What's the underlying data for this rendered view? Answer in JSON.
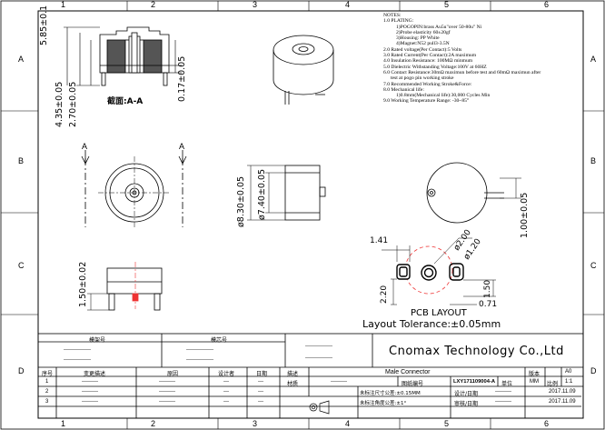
{
  "zones": {
    "columns": [
      "1",
      "2",
      "3",
      "4",
      "5",
      "6"
    ],
    "rows": [
      "A",
      "B",
      "C",
      "D"
    ]
  },
  "section_label": "截面:A-A",
  "section_markers": [
    "A",
    "A"
  ],
  "dimensions": {
    "height_total": "5.85±0.1",
    "height_body": "4.35±0.05",
    "height_pin": "2.70±0.05",
    "gap": "0.17±0.05",
    "outer_dia": "ø8.30±0.05",
    "inner_dia": "ø7.40±0.05",
    "pin_len": "1.50±0.02",
    "pin_step": "1.00±0.05",
    "pcb_w": "1.41",
    "pcb_d1": "ø2.00",
    "pcb_d2": "ø1.20",
    "pcb_h1": "2.20",
    "pcb_h2": "1.50",
    "pcb_w2": "0.71"
  },
  "notes": {
    "title": "NOTES:",
    "lines": [
      "1.0 PLATING:",
      "1)POGOPIN:brass Au5u\"over 50-80u\" Ni",
      "2)Probe elasticity 60±20gf",
      "3)Housing: PP White",
      "4)Magnet:N52 pull3-3.5N",
      "2.0 Rated voltage(Per Contact):5 Volts",
      "3.0 Rated Current(Per Contact):2A maximum",
      "4.0 Insulation Resistance:  100MΩ minmum",
      "5.0 Dielectric Withstanding Voltage:100V at 60HZ",
      "6.0 Contact Resistance:30mΩ maximun before test and 60mΩ maximun after",
      "test at pogo pin working stroke",
      "7.0 Recommended Working Stroke&Force:",
      "8.0 Mechanical life:",
      "1)0.8mm(Mechanical life):30,000 Cycles Min",
      "9.0 Working Temperature Range: -30~85°"
    ]
  },
  "pcb_layout": {
    "title": "PCB LAYOUT",
    "tolerance": "Layout Tolerance:±0.05mm"
  },
  "title_block": {
    "left_labels": [
      "模架号",
      "模芯号"
    ],
    "dashes": "---------------",
    "company": "Cnomax Technology Co.,Ltd",
    "rev_headers": [
      "序号",
      "变更描述",
      "原因",
      "设计者",
      "日期"
    ],
    "rev_rows": [
      {
        "no": "1",
        "desc": "---------",
        "reason": "---------",
        "designer": "---",
        "date": "---"
      },
      {
        "no": "2",
        "desc": "---------",
        "reason": "---------",
        "designer": "---",
        "date": "---"
      },
      {
        "no": "3",
        "desc": "---------",
        "reason": "---------",
        "designer": "---",
        "date": "---"
      }
    ],
    "desc_label": "描述",
    "desc_value": "Male Connector",
    "version_label": "版本",
    "version_value": "A0",
    "material_label": "材质",
    "material_value": "---------",
    "drawing_no_label": "图纸编号",
    "drawing_no_value": "LXY171109004-A",
    "unit_label": "单位",
    "unit_value": "MM",
    "scale_label": "比例",
    "scale_value": "1:1",
    "tol_size": "未标注尺寸公差:±0.15MM",
    "tol_angle": "未标注角度公差:±1°",
    "drawn_label": "设计/日期",
    "drawn_value": "---------",
    "drawn_date": "2017.11.09",
    "approved_label": "审核/日期",
    "approved_value": "---------",
    "approved_date": "2017.11.09"
  }
}
